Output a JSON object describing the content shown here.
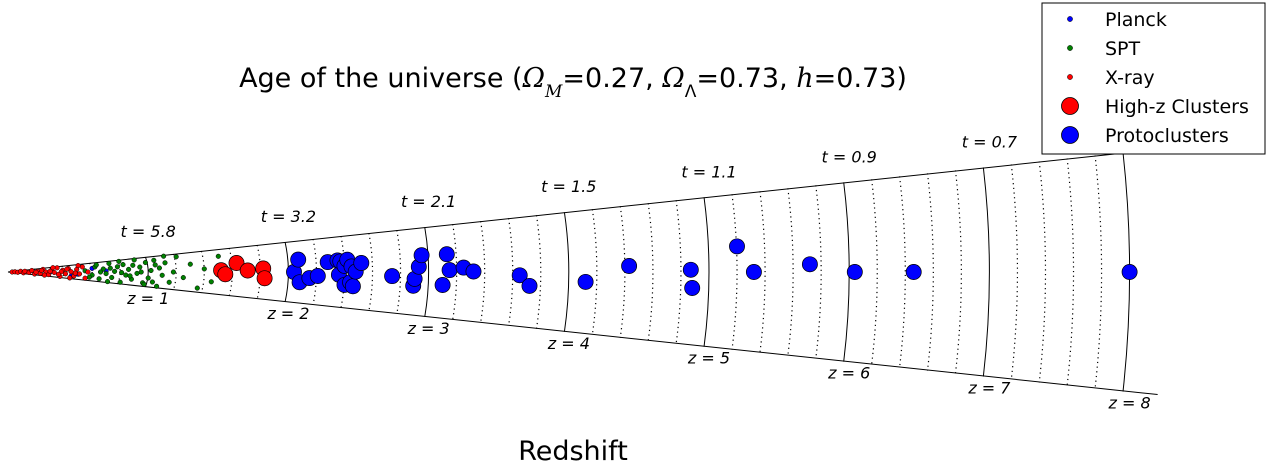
{
  "chart_data": {
    "type": "scatter",
    "title": {
      "prefix": "Age of the universe (",
      "omega_m_symbol": "Ω",
      "omega_m_sub": "M",
      "omega_m_value": "=0.27, ",
      "omega_l_symbol": "Ω",
      "omega_l_sub": "Λ",
      "omega_l_value": "=0.73, ",
      "h_symbol": "h",
      "h_value": "=0.73)"
    },
    "xlabel": "Redshift",
    "redshift_range": [
      0,
      8
    ],
    "z_labels": [
      "z = 1",
      "z = 2",
      "z = 3",
      "z = 4",
      "z = 5",
      "z = 6",
      "z = 7",
      "z = 8"
    ],
    "z_label_values": [
      1,
      2,
      3,
      4,
      5,
      6,
      7,
      8
    ],
    "t_labels": [
      "t = 5.8",
      "t = 3.2",
      "t = 2.1",
      "t = 1.5",
      "t = 1.1",
      "t = 0.9",
      "t = 0.7"
    ],
    "t_label_values": [
      1,
      2,
      3,
      4,
      5,
      6,
      7
    ],
    "legend_position": "top-right",
    "series": [
      {
        "name": "Planck",
        "color": "#0000ff",
        "marker": "small",
        "points": [
          [
            0.3,
            0.0
          ],
          [
            0.5,
            -0.3
          ],
          [
            0.6,
            0.4
          ],
          [
            0.7,
            0.1
          ],
          [
            0.45,
            -0.6
          ]
        ]
      },
      {
        "name": "SPT",
        "color": "#008000",
        "marker": "small",
        "points": [
          [
            0.55,
            0.15
          ],
          [
            0.6,
            -0.35
          ],
          [
            0.62,
            0.55
          ],
          [
            0.65,
            -0.7
          ],
          [
            0.68,
            0.3
          ],
          [
            0.7,
            -0.15
          ],
          [
            0.72,
            0.8
          ],
          [
            0.74,
            -0.5
          ],
          [
            0.76,
            0.05
          ],
          [
            0.78,
            0.45
          ],
          [
            0.8,
            -0.85
          ],
          [
            0.82,
            0.6
          ],
          [
            0.84,
            -0.25
          ],
          [
            0.86,
            0.2
          ],
          [
            0.88,
            -0.55
          ],
          [
            0.9,
            0.9
          ],
          [
            0.92,
            -0.1
          ],
          [
            0.94,
            0.35
          ],
          [
            0.96,
            -0.75
          ],
          [
            0.98,
            0.65
          ],
          [
            1.0,
            -0.4
          ],
          [
            1.02,
            0.1
          ],
          [
            1.04,
            0.75
          ],
          [
            1.06,
            -0.9
          ],
          [
            1.08,
            0.25
          ],
          [
            1.1,
            -0.2
          ],
          [
            1.12,
            0.55
          ],
          [
            1.15,
            -0.6
          ],
          [
            1.2,
            0.85
          ],
          [
            1.25,
            -0.3
          ],
          [
            1.3,
            0.4
          ],
          [
            1.35,
            -0.8
          ],
          [
            1.4,
            0.15
          ],
          [
            1.45,
            -0.45
          ],
          [
            1.5,
            0.7
          ],
          [
            0.58,
            -0.6
          ],
          [
            0.63,
            0.75
          ],
          [
            0.71,
            -0.9
          ],
          [
            0.79,
            0.9
          ],
          [
            0.87,
            -0.3
          ],
          [
            0.95,
            0.0
          ],
          [
            1.03,
            -0.65
          ],
          [
            1.11,
            0.95
          ],
          [
            0.66,
            0.0
          ],
          [
            0.73,
            0.35
          ],
          [
            0.81,
            -0.05
          ],
          [
            0.89,
            0.5
          ],
          [
            0.97,
            -0.85
          ],
          [
            1.05,
            0.45
          ],
          [
            1.18,
            0.0
          ]
        ]
      },
      {
        "name": "X-ray",
        "color": "#ff0000",
        "marker": "small",
        "points": [
          [
            0.03,
            0.0
          ],
          [
            0.05,
            0.3
          ],
          [
            0.07,
            -0.3
          ],
          [
            0.09,
            0.5
          ],
          [
            0.11,
            -0.5
          ],
          [
            0.13,
            0.1
          ],
          [
            0.15,
            -0.2
          ],
          [
            0.17,
            0.6
          ],
          [
            0.19,
            -0.7
          ],
          [
            0.21,
            0.2
          ],
          [
            0.23,
            -0.4
          ],
          [
            0.25,
            0.7
          ],
          [
            0.27,
            0.0
          ],
          [
            0.29,
            -0.6
          ],
          [
            0.31,
            0.4
          ],
          [
            0.33,
            -0.1
          ],
          [
            0.35,
            0.8
          ],
          [
            0.37,
            -0.8
          ],
          [
            0.39,
            0.3
          ],
          [
            0.41,
            -0.3
          ],
          [
            0.43,
            0.55
          ],
          [
            0.45,
            0.05
          ],
          [
            0.47,
            -0.55
          ],
          [
            0.49,
            0.35
          ],
          [
            0.51,
            -0.25
          ],
          [
            0.53,
            0.65
          ],
          [
            0.55,
            -0.75
          ],
          [
            0.57,
            0.0
          ],
          [
            0.12,
            0.4
          ],
          [
            0.2,
            -0.1
          ],
          [
            0.26,
            -0.8
          ],
          [
            0.32,
            0.9
          ],
          [
            0.38,
            0.05
          ],
          [
            0.44,
            -0.9
          ],
          [
            0.5,
            0.85
          ],
          [
            0.36,
            -0.45
          ],
          [
            0.42,
            0.45
          ],
          [
            0.48,
            -0.15
          ],
          [
            0.3,
            0.15
          ],
          [
            0.24,
            0.45
          ]
        ]
      },
      {
        "name": "High-z Clusters",
        "color": "#ff0000",
        "marker": "large",
        "points": [
          [
            1.52,
            0.08
          ],
          [
            1.55,
            -0.1
          ],
          [
            1.63,
            0.37
          ],
          [
            1.71,
            0.06
          ],
          [
            1.82,
            0.13
          ],
          [
            1.83,
            -0.23
          ]
        ]
      },
      {
        "name": "Protoclusters",
        "color": "#0000ff",
        "marker": "large",
        "points": [
          [
            2.04,
            0.0
          ],
          [
            2.07,
            0.4
          ],
          [
            2.08,
            -0.33
          ],
          [
            2.15,
            -0.19
          ],
          [
            2.21,
            -0.12
          ],
          [
            2.28,
            0.29
          ],
          [
            2.35,
            0.33
          ],
          [
            2.36,
            -0.08
          ],
          [
            2.37,
            0.3
          ],
          [
            2.4,
            0.17
          ],
          [
            2.4,
            -0.36
          ],
          [
            2.42,
            0.34
          ],
          [
            2.44,
            -0.28
          ],
          [
            2.45,
            0.15
          ],
          [
            2.46,
            -0.39
          ],
          [
            2.48,
            0.01
          ],
          [
            2.52,
            0.24
          ],
          [
            2.74,
            -0.1
          ],
          [
            2.89,
            -0.32
          ],
          [
            2.9,
            -0.16
          ],
          [
            2.93,
            0.12
          ],
          [
            2.95,
            0.38
          ],
          [
            3.1,
            -0.28
          ],
          [
            3.13,
            0.38
          ],
          [
            3.15,
            0.04
          ],
          [
            3.25,
            0.09
          ],
          [
            3.32,
            0.01
          ],
          [
            3.65,
            -0.06
          ],
          [
            3.72,
            -0.25
          ],
          [
            4.12,
            -0.16
          ],
          [
            4.43,
            0.09
          ],
          [
            4.87,
            0.03
          ],
          [
            4.88,
            -0.22
          ],
          [
            5.2,
            0.33
          ],
          [
            5.32,
            0.0
          ],
          [
            5.72,
            0.09
          ],
          [
            6.04,
            0.0
          ],
          [
            6.46,
            0.0
          ],
          [
            8.0,
            0.0
          ]
        ]
      }
    ]
  }
}
